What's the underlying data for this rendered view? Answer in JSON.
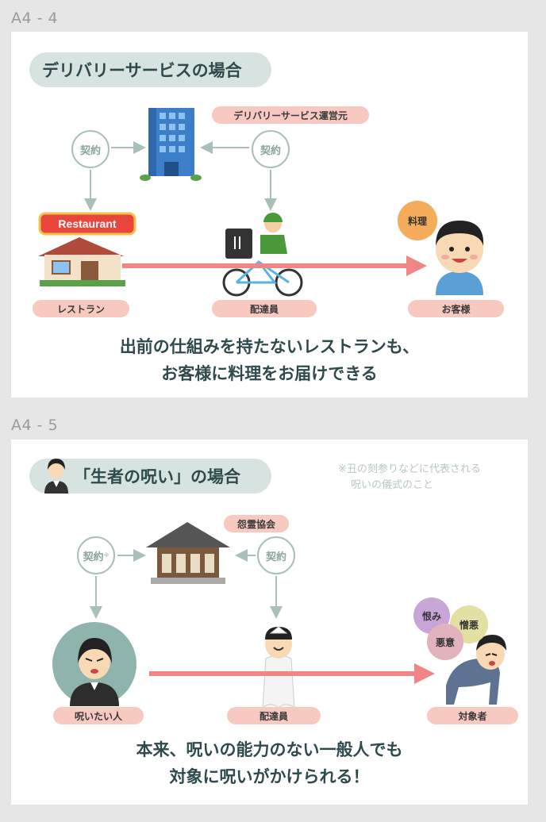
{
  "frames": {
    "a44": "A4 - 4",
    "a45": "A4 - 5"
  },
  "delivery": {
    "title": "デリバリーサービスの場合",
    "operator_tag": "デリバリーサービス運営元",
    "contract_left": "契約",
    "contract_right": "契約",
    "restaurant_sign": "Restaurant",
    "food_bubble": "料理",
    "label_restaurant": "レストラン",
    "label_courier": "配達員",
    "label_customer": "お客様",
    "caption_line1": "出前の仕組みを持たないレストランも、",
    "caption_line2": "お客様に料理をお届けできる"
  },
  "curse": {
    "title": "「生者の呪い」の場合",
    "note_line1": "※丑の刻参りなどに代表される",
    "note_line2": "呪いの儀式のこと",
    "association_tag": "怨霊協会",
    "contract_left": "契約",
    "contract_left_mark": "※",
    "contract_right": "契約",
    "bubble_grudge": "恨み",
    "bubble_hatred": "憎悪",
    "bubble_malice": "悪意",
    "label_client": "呪いたい人",
    "label_courier": "配達員",
    "label_target": "対象者",
    "caption_line1": "本来、呪いの能力のない一般人でも",
    "caption_line2": "対象に呪いがかけられる！"
  },
  "colors": {
    "title_pill": "#d7e3e0",
    "tag_pink": "#f7c9c1",
    "arrow_red": "#f08585",
    "arrow_gray": "#a9bfbb",
    "text_dark": "#2f4a4d"
  }
}
